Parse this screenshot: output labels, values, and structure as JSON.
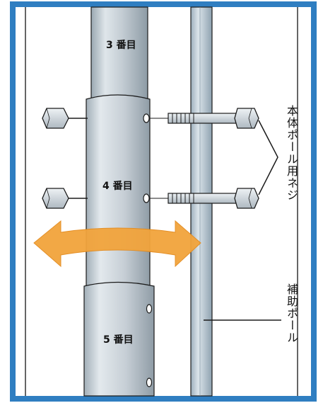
{
  "segments": {
    "third": "3 番目",
    "fourth": "4 番目",
    "fifth": "5 番目"
  },
  "callouts": {
    "main_pole_screw": "本体ポール用ネジ",
    "aux_pole": "補助ポール"
  },
  "colors": {
    "frame": "#2f7ec1",
    "pole": "#c9d3da",
    "aux_pole": "#b9c9d3",
    "bolt": "#d6dde3",
    "arrow": "#f2a43c",
    "outline": "#1b1b1b"
  }
}
